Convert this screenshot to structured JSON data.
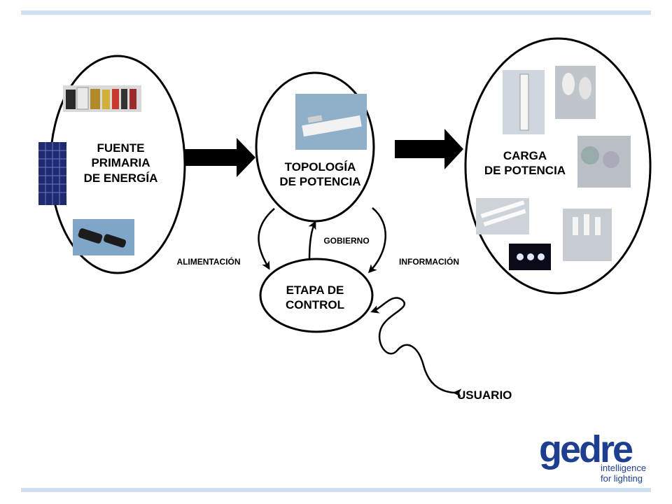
{
  "nodes": {
    "fuente": "FUENTE\nPRIMARIA\nDE ENERGÍA",
    "topologia": "TOPOLOGÍA\nDE POTENCIA",
    "carga": "CARGA\nDE POTENCIA",
    "etapa": "ETAPA DE\nCONTROL",
    "usuario": "USUARIO"
  },
  "edges": {
    "alimentacion": "ALIMENTACIÓN",
    "gobierno": "GOBIERNO",
    "informacion": "INFORMACIÓN"
  },
  "logo": {
    "brand": "gedre",
    "tagline": "intelligence\nfor lighting"
  },
  "colors": {
    "accent_bar": "#cfe0f4",
    "logo": "#1e3f8f",
    "stroke": "#000000"
  }
}
